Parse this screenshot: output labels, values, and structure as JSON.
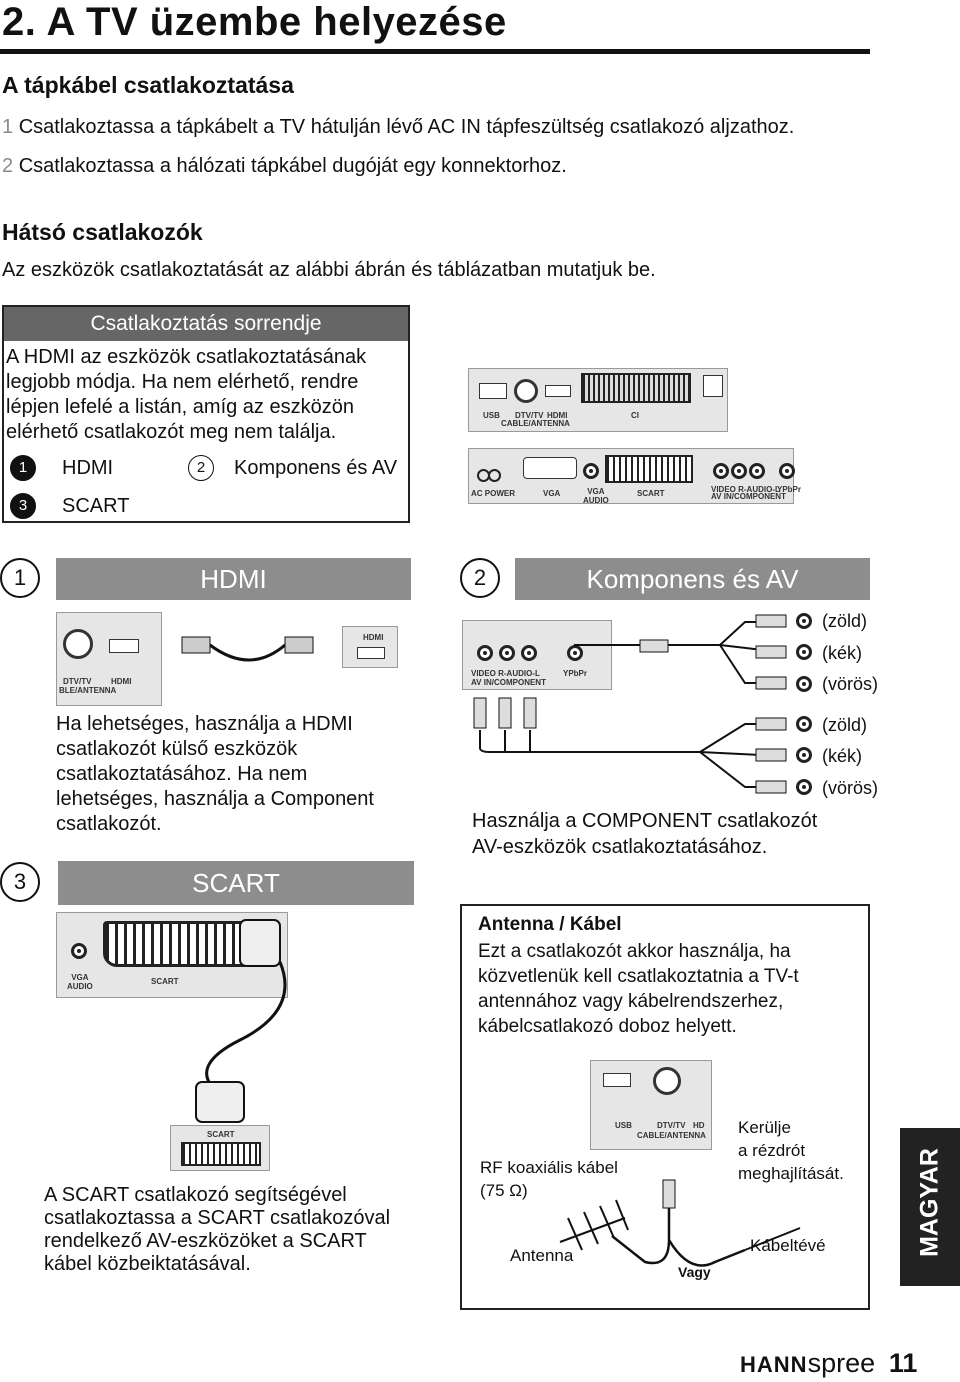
{
  "title": "2. A TV üzembe helyezése",
  "power": {
    "heading": "A tápkábel csatlakoztatása",
    "steps": [
      {
        "n": "1",
        "text": "Csatlakoztassa a tápkábelt a TV hátulján lévő AC IN tápfeszültség csatlakozó aljzathoz."
      },
      {
        "n": "2",
        "text": "Csatlakoztassa a hálózati tápkábel dugóját egy konnektorhoz."
      }
    ]
  },
  "rear": {
    "heading": "Hátsó csatlakozók",
    "intro": "Az eszközök csatlakoztatását az alábbi ábrán és táblázatban mutatjuk be."
  },
  "order_box": {
    "header": "Csatlakoztatás sorrendje",
    "lines": [
      "A HDMI az eszközök csatlakoztatásának",
      "legjobb módja. Ha nem elérhető, rendre",
      "lépjen lefelé a listán, amíg az eszközön",
      "elérhető csatlakozót meg nem találja."
    ],
    "items": [
      {
        "n": "1",
        "label": "HDMI"
      },
      {
        "n": "2",
        "label": "Komponens és AV"
      },
      {
        "n": "3",
        "label": "SCART"
      }
    ]
  },
  "panel_labels": {
    "usb": "USB",
    "dtv": "DTV/TV",
    "cable": "CABLE/ANTENNA",
    "hdmi": "HDMI",
    "ci": "CI",
    "ac": "AC POWER",
    "vga": "VGA",
    "vga_audio_1": "VGA",
    "vga_audio_2": "AUDIO",
    "scart": "SCART",
    "video1": "VIDEO R-AUDIO-L",
    "video2": "AV IN/COMPONENT",
    "ypbpr": "YPbPr",
    "hdmi_small": "HDMI",
    "dtv_crop": "DTV/TV",
    "cable_crop": "BLE/ANTENNA",
    "video1_crop": "VIDEO  R-AUDIO-L",
    "video2_crop": "AV IN/COMPONENT",
    "cable_full": "CABLE/ANTENNA",
    "hd_crop": "HD"
  },
  "sec1": {
    "num": "1",
    "banner": "HDMI",
    "lines": [
      "Ha lehetséges, használja a HDMI",
      "csatlakozót külső eszközök",
      "csatlakoztatásához. Ha nem",
      "lehetséges, használja a Component",
      "csatlakozót."
    ]
  },
  "sec2": {
    "num": "2",
    "banner": "Komponens és AV",
    "colors_top": [
      "(zöld)",
      "(kék)",
      "(vörös)"
    ],
    "colors_bottom": [
      "(zöld)",
      "(kék)",
      "(vörös)"
    ],
    "lines": [
      "Használja a COMPONENT csatlakozót",
      "AV-eszközök csatlakoztatásához."
    ]
  },
  "sec3": {
    "num": "3",
    "banner": "SCART",
    "lines": [
      "A SCART csatlakozó segítségével",
      "csatlakoztassa a SCART csatlakozóval",
      "rendelkező AV-eszközöket a SCART",
      "kábel közbeiktatásával."
    ]
  },
  "antenna": {
    "heading": "Antenna / Kábel",
    "lines": [
      "Ezt a csatlakozót akkor használja, ha",
      "közvetlenük kell csatlakoztatnia a TV-t",
      "antennához vagy kábelrendszerhez,",
      "kábelcsatlakozó doboz helyett."
    ],
    "rf": [
      "RF koaxiális kábel",
      "(75 Ω)"
    ],
    "avoid": [
      "Kerülje",
      "a rézdrót",
      "meghajlítását."
    ],
    "antenna_label": "Antenna",
    "or_label": "Vagy",
    "cable_tv": "Kábeltévé"
  },
  "side_tab": "MAGYAR",
  "footer": {
    "brand_bold": "HANN",
    "brand_light": "spree",
    "page": "11"
  }
}
